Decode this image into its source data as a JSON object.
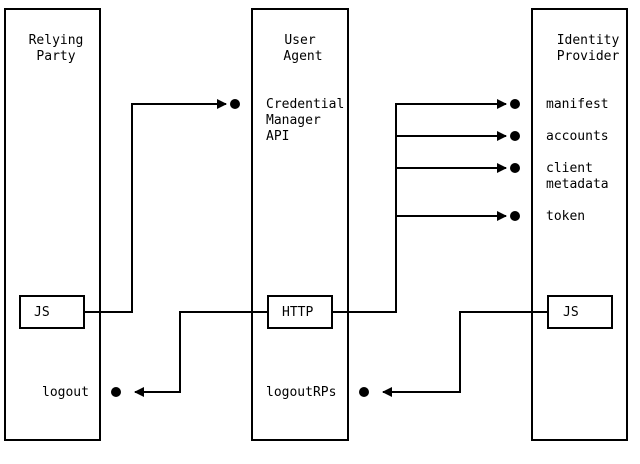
{
  "columns": {
    "rp": {
      "title_line1": "Relying",
      "title_line2": "Party"
    },
    "ua": {
      "title_line1": "User",
      "title_line2": "Agent"
    },
    "idp": {
      "title_line1": "Identity",
      "title_line2": "Provider"
    }
  },
  "components": {
    "rp_js": "JS",
    "ua_http": "HTTP",
    "idp_js": "JS"
  },
  "endpoints": {
    "credential_manager_api": [
      "Credential",
      "Manager",
      "API"
    ],
    "manifest": "manifest",
    "accounts": "accounts",
    "client_metadata": [
      "client",
      "metadata"
    ],
    "token": "token",
    "rp_logout": "logout",
    "ua_logout_rps": "logoutRPs"
  },
  "colors": {
    "stroke": "#000000",
    "background": "#ffffff"
  }
}
